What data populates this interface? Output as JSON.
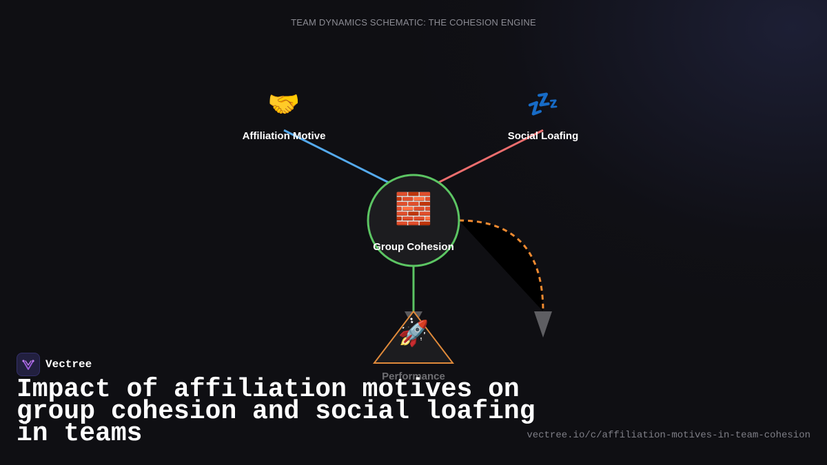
{
  "schematic_title": "TEAM DYNAMICS SCHEMATIC: THE COHESION ENGINE",
  "nodes": {
    "affiliation": {
      "label": "Affiliation Motive",
      "emoji": "🤝",
      "icon": "handshake-icon",
      "color": "#55aaee"
    },
    "loafing": {
      "label": "Social Loafing",
      "emoji": "💤",
      "icon": "zzz-icon",
      "color": "#ee6e6e"
    },
    "cohesion": {
      "label": "Group Cohesion",
      "emoji": "🧱",
      "icon": "brick-wall-icon",
      "color": "#5cc563"
    },
    "performance": {
      "label": "Performance",
      "emoji": "🚀",
      "icon": "rocket-icon",
      "color": "#e08a3a"
    }
  },
  "edge_colors": {
    "cohesion_to_performance": "#5cc563",
    "feedback_loop": "#f08a30"
  },
  "brand": {
    "name": "Vectree",
    "icon": "vectree-logo-icon"
  },
  "headline": "Impact of affiliation motives on group cohesion and social loafing in teams",
  "url": "vectree.io/c/affiliation-motives-in-team-cohesion"
}
